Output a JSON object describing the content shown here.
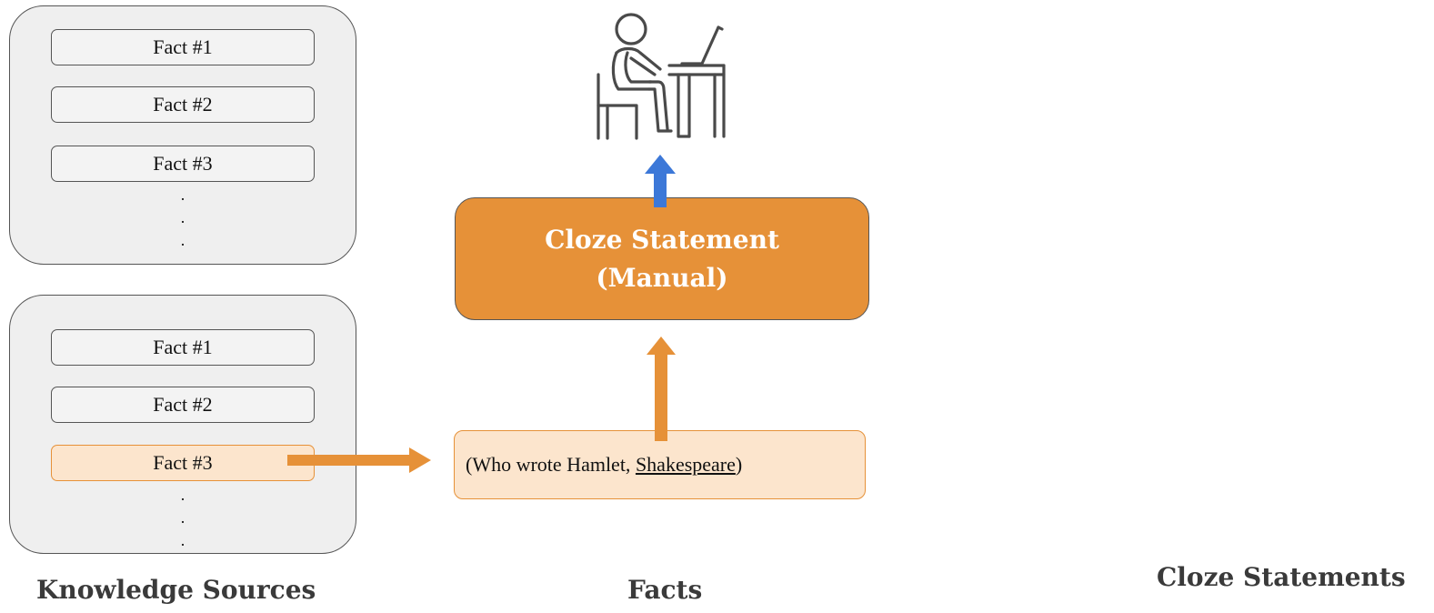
{
  "colors": {
    "accent_orange": "#e69138",
    "light_orange": "#fce5cd",
    "panel_gray": "#efefef",
    "blue_arrow": "#3c78d8",
    "caption_text": "#3a3a3a"
  },
  "knowledge_sources": [
    {
      "facts": [
        "Fact #1",
        "Fact #2",
        "Fact #3"
      ],
      "highlighted_fact": null,
      "ellipsis": "."
    },
    {
      "facts": [
        "Fact #1",
        "Fact #2",
        "Fact #3"
      ],
      "highlighted_fact": "Fact #3",
      "ellipsis": "."
    }
  ],
  "fact_tuple": {
    "open": "(Who wrote Hamlet, ",
    "answer": "Shakespeare",
    "close": ")"
  },
  "cloze_box": {
    "line1": "Cloze Statement",
    "line2": "(Manual)"
  },
  "icons": {
    "annotator": "person-at-computer-icon"
  },
  "captions": {
    "knowledge_sources": "Knowledge Sources",
    "facts": "Facts",
    "cloze_statements": "Cloze Statements"
  }
}
